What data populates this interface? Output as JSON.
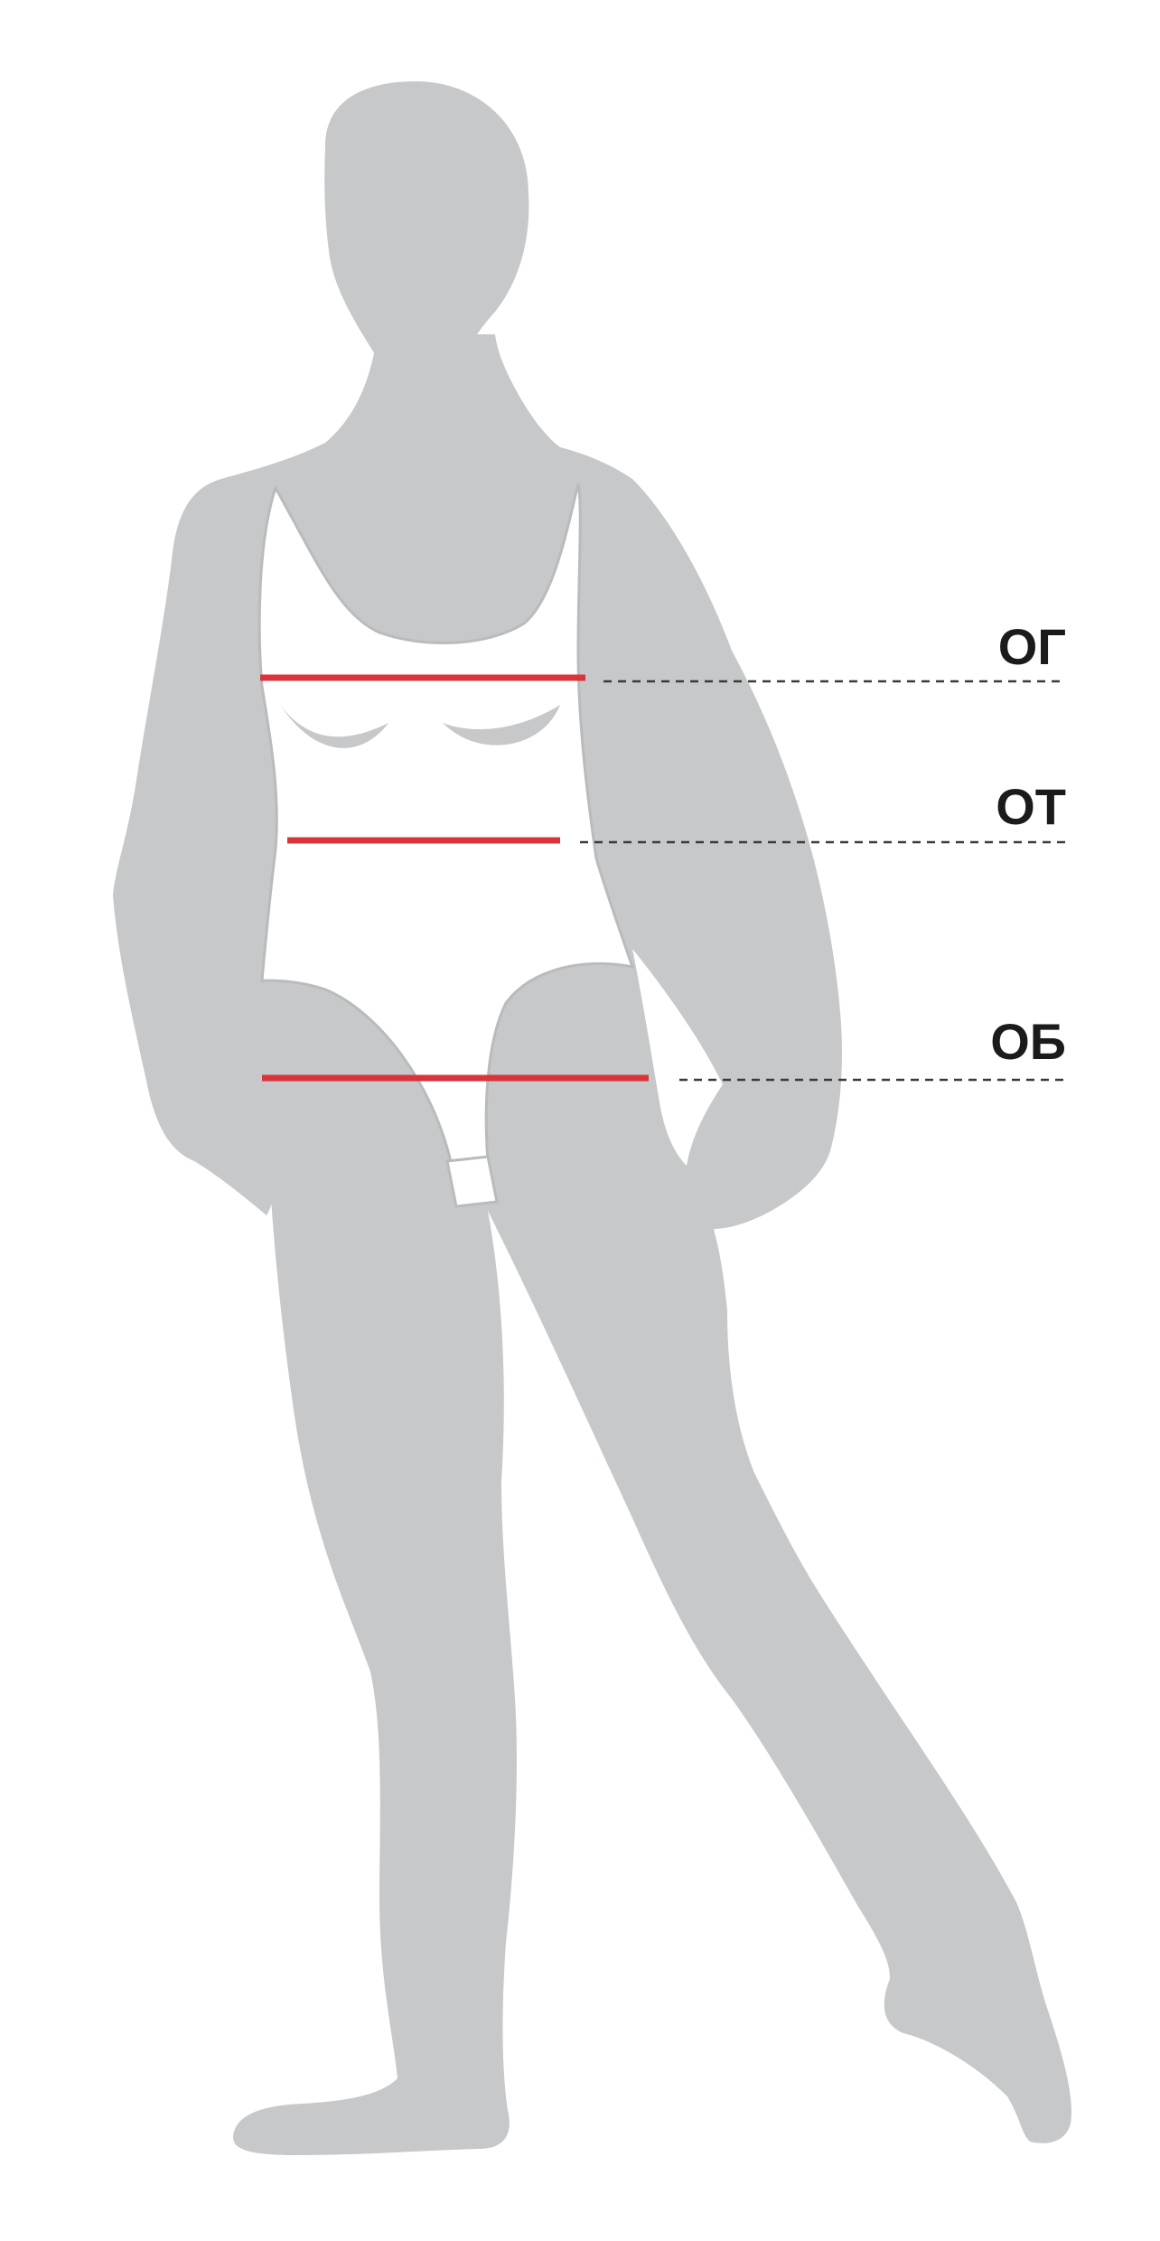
{
  "diagram": {
    "colors": {
      "background": "#ffffff",
      "silhouette": "#c6c8c9",
      "leotard": "#ffffff",
      "leotard_outline": "#b9bbbc",
      "measure_line": "#d8343c",
      "guide_line": "#3a3a3a",
      "label": "#1b1b1b"
    },
    "measurements": [
      {
        "id": "og",
        "label": "ОГ"
      },
      {
        "id": "ot",
        "label": "ОТ"
      },
      {
        "id": "ob",
        "label": "ОБ"
      }
    ]
  }
}
